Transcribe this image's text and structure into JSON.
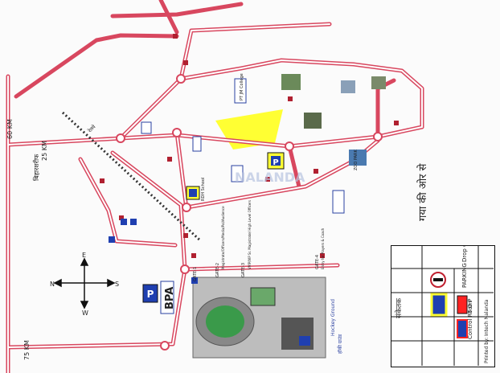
{
  "map": {
    "colors": {
      "road": "#d8475f",
      "road_fill": "#ffffff",
      "rail": "#333333",
      "yellow_zone": "#ffff33",
      "parking_blue": "#1f3fb0",
      "stadium_gray": "#aaaaaa",
      "stadium_green": "#3a9a4a"
    },
    "distances": {
      "d60": "60 KM",
      "d25": "25 KM",
      "d75": "75 KM"
    },
    "places": {
      "bpa": "BPA",
      "pt_college": "PT JM College",
      "hockey_ground": "Hockey Ground",
      "zoo_park": "ZOO PARK",
      "rdh_school": "RDH School",
      "gate1": "GATE-1",
      "gate2": "GATE-2",
      "gate3": "GATE-3",
      "gate4": "GATE-4",
      "gate4_note": "Entry for Players & Coach",
      "gate2_note": "Magistrate/Officers/Media/Pol/Audience",
      "gate3_note": "VVIP/VIP Sr. Magistrate/ High Level Officers",
      "parking_glyph": "P",
      "watermark": "NALANDA"
    },
    "hindi_labels": {
      "gaya_side": "गया की ओर से",
      "biharsharif": "बिहारशरीफ",
      "hockey_hindi": "हॉकी ग्राउंड",
      "railway": "रेलवे"
    },
    "compass": {
      "n": "N",
      "e": "E",
      "s": "S",
      "w": "W"
    }
  },
  "legend": {
    "title": "संकेतक",
    "rows": [
      {
        "label": "Drop Gate",
        "swatch": "drop-gate"
      },
      {
        "label": "PARKING",
        "swatch": "parking"
      },
      {
        "label": "T O P",
        "swatch": "top"
      },
      {
        "label": "Control Room",
        "swatch": "control-room"
      }
    ],
    "printed_by": "Printed by: Intech Nalanda"
  }
}
